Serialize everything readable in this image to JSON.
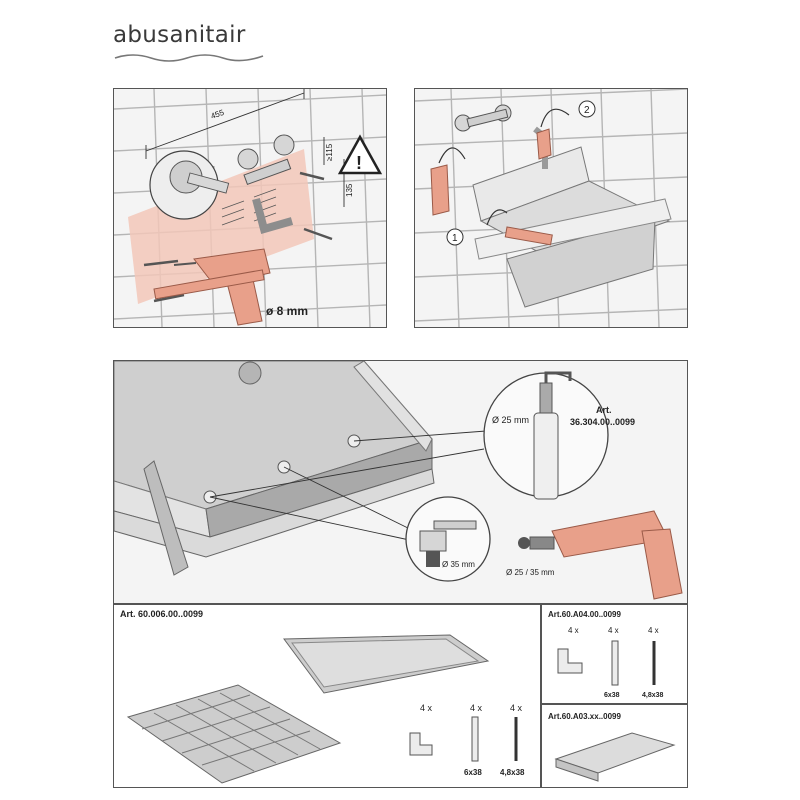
{
  "brand": {
    "name": "abusanitair"
  },
  "step1": {
    "width_dim": "455",
    "height_dim_top": "≥115",
    "height_dim_side": "135",
    "drill_size": "ø 8 mm",
    "warning_symbol": "!"
  },
  "step2": {
    "step_one": "1",
    "step_two": "2"
  },
  "detail": {
    "soap_art": "Art.",
    "soap_art_no": "36.304.00..0099",
    "soap_diam": "Ø 25 mm",
    "tap_diam": "Ø 35 mm",
    "drill_diam": "Ø 25 / 35 mm"
  },
  "accessories": {
    "grid_art": "Art. 60.006.00..0099",
    "grid_qty_bracket": "4 x",
    "grid_qty_plug": "4 x",
    "grid_qty_screw": "4 x",
    "grid_plug_size": "6x38",
    "grid_screw_size": "4,8x38",
    "bracket_art": "Art.60.A04.00..0099",
    "bracket_qty_bracket": "4 x",
    "bracket_qty_plug": "4 x",
    "bracket_qty_screw": "4 x",
    "bracket_plug_size": "6x38",
    "bracket_screw_size": "4,8x38",
    "shelf_art": "Art.60.A03.xx..0099"
  },
  "colors": {
    "accent": "#e8a08a",
    "accent_dark": "#c9705a",
    "tile_line": "#b5b5b5",
    "steel": "#c8c8c8"
  }
}
